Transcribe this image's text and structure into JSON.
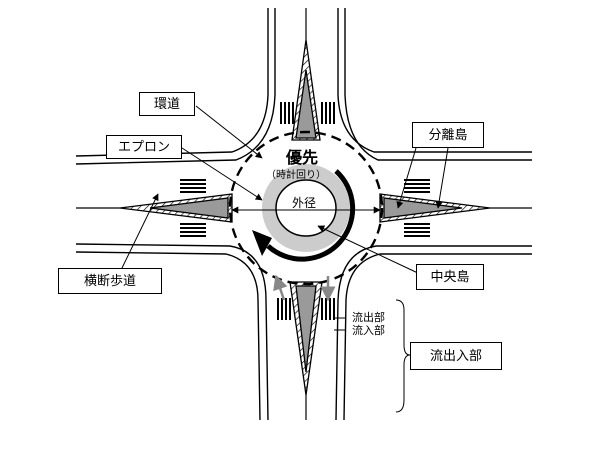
{
  "labels": {
    "ring_road": "環道",
    "apron": "エプロン",
    "splitter_island": "分離島",
    "crosswalk": "横断歩道",
    "central_island": "中央島",
    "entry_exit_section": "流出入部",
    "outer_diameter": "外径",
    "priority": "優先",
    "clockwise": "（時計回り）",
    "exit_lane": "流出部",
    "entry_lane": "流入部"
  }
}
